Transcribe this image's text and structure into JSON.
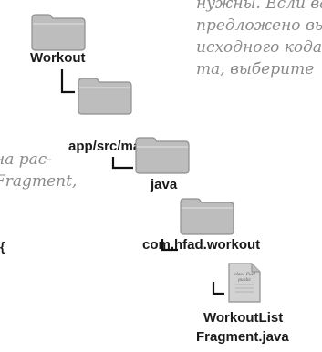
{
  "tree": {
    "nodes": [
      {
        "label": "Workout",
        "icon": "folder-icon"
      },
      {
        "label": "app/src/main",
        "icon": "folder-icon"
      },
      {
        "label": "java",
        "icon": "folder-icon"
      },
      {
        "label": "com.hfad.workout",
        "icon": "folder-icon"
      },
      {
        "label_line1": "WorkoutList",
        "label_line2": "Fragment.java",
        "icon": "java-file-icon",
        "file_snippet_line1": "class Fuel",
        "file_snippet_line2": "public"
      }
    ]
  },
  "side_note_right": {
    "line1": "нужны. Если ва",
    "line2": "предложено выб",
    "line3": "исходного кода",
    "line4": "та, выберите"
  },
  "side_note_left": {
    "line1": "на рас-",
    "line2": "Fragment,"
  },
  "fragment_char": "{",
  "colors": {
    "folder_fill": "#bdbdbd",
    "folder_edge": "#8f8f8f",
    "line": "#111111",
    "note_text": "#8a8a8a"
  }
}
